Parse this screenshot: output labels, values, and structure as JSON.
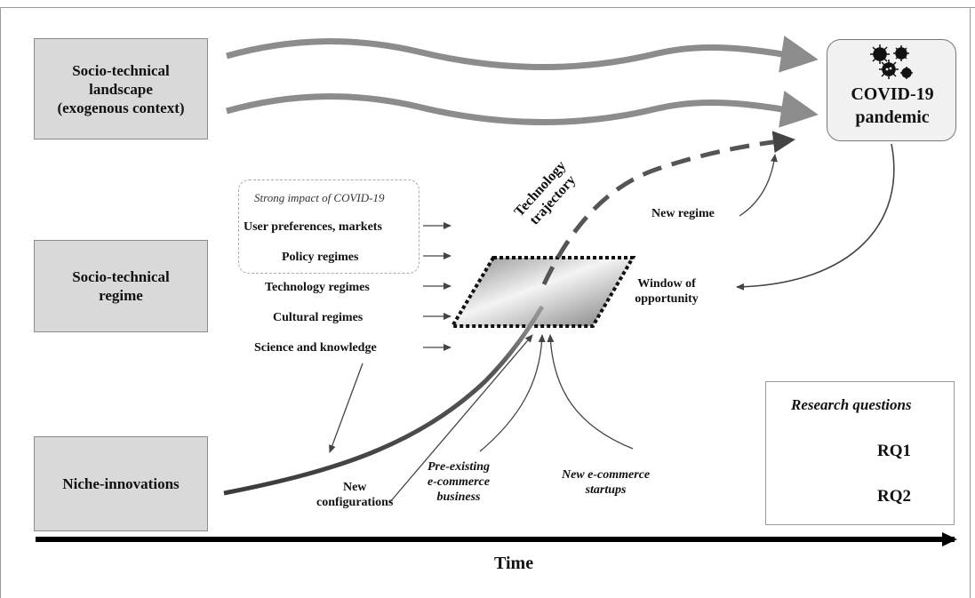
{
  "landscape": {
    "label": "Socio-technical\nlandscape\n(exogenous context)"
  },
  "regime": {
    "label": "Socio-technical\nregime"
  },
  "niche": {
    "label": "Niche-innovations"
  },
  "covid": {
    "label": "COVID-19\npandemic",
    "icon": "virus-icon"
  },
  "impact": {
    "title": "Strong impact of COVID-19"
  },
  "factors": {
    "user": "User preferences, markets",
    "policy": "Policy regimes",
    "technology": "Technology regimes",
    "cultural": "Cultural regimes",
    "science": "Science and knowledge"
  },
  "trajectory": {
    "label": "Technology\ntrajectory"
  },
  "new_regime": "New regime",
  "window": "Window of\nopportunity",
  "new_configurations": "New\nconfigurations",
  "pre_existing": "Pre-existing\ne-commerce\nbusiness",
  "new_startups": "New e-commerce\nstartups",
  "research": {
    "title": "Research questions",
    "rq1": "RQ1",
    "rq2": "RQ2"
  },
  "time": "Time",
  "colors": {
    "landscape_arrow": "#8c8c8c",
    "box_fill": "#d9d9d9",
    "trajectory": "#3a3a3a"
  }
}
